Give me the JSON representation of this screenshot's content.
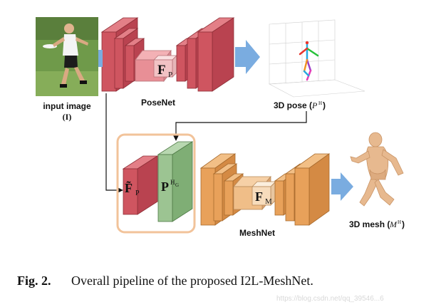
{
  "input": {
    "label": "input image",
    "symbol": "(I)"
  },
  "posenet": {
    "label": "PoseNet",
    "feature_symbol": "F",
    "feature_sub": "P"
  },
  "pose_output": {
    "label": "3D pose (",
    "math": "P",
    "sup": "H",
    "close": ")"
  },
  "meshnet": {
    "label": "MeshNet",
    "concat_left_symbol": "F̃",
    "concat_left_sub": "P",
    "concat_right_symbol": "P",
    "concat_right_sup": "H",
    "concat_right_supsub": "G",
    "feature_symbol": "F",
    "feature_sub": "M"
  },
  "mesh_output": {
    "label": "3D mesh (",
    "math": "M",
    "sup": "H",
    "close": ")"
  },
  "caption": {
    "prefix": "Fig. 2.",
    "text": "Overall pipeline of the proposed I2L-MeshNet."
  },
  "watermark": "https://blog.csdn.net/qq_39546...6",
  "colors": {
    "posenet": "#cf5560",
    "posenet_light": "#e88f96",
    "posenet_pale": "#f2c2c4",
    "meshnet": "#e8a15a",
    "meshnet_light": "#f0be88",
    "meshnet_pale": "#f7dcbc",
    "heatmap": "#9cc492",
    "concat_box": "#f2c39a",
    "arrow": "#7aace0"
  }
}
